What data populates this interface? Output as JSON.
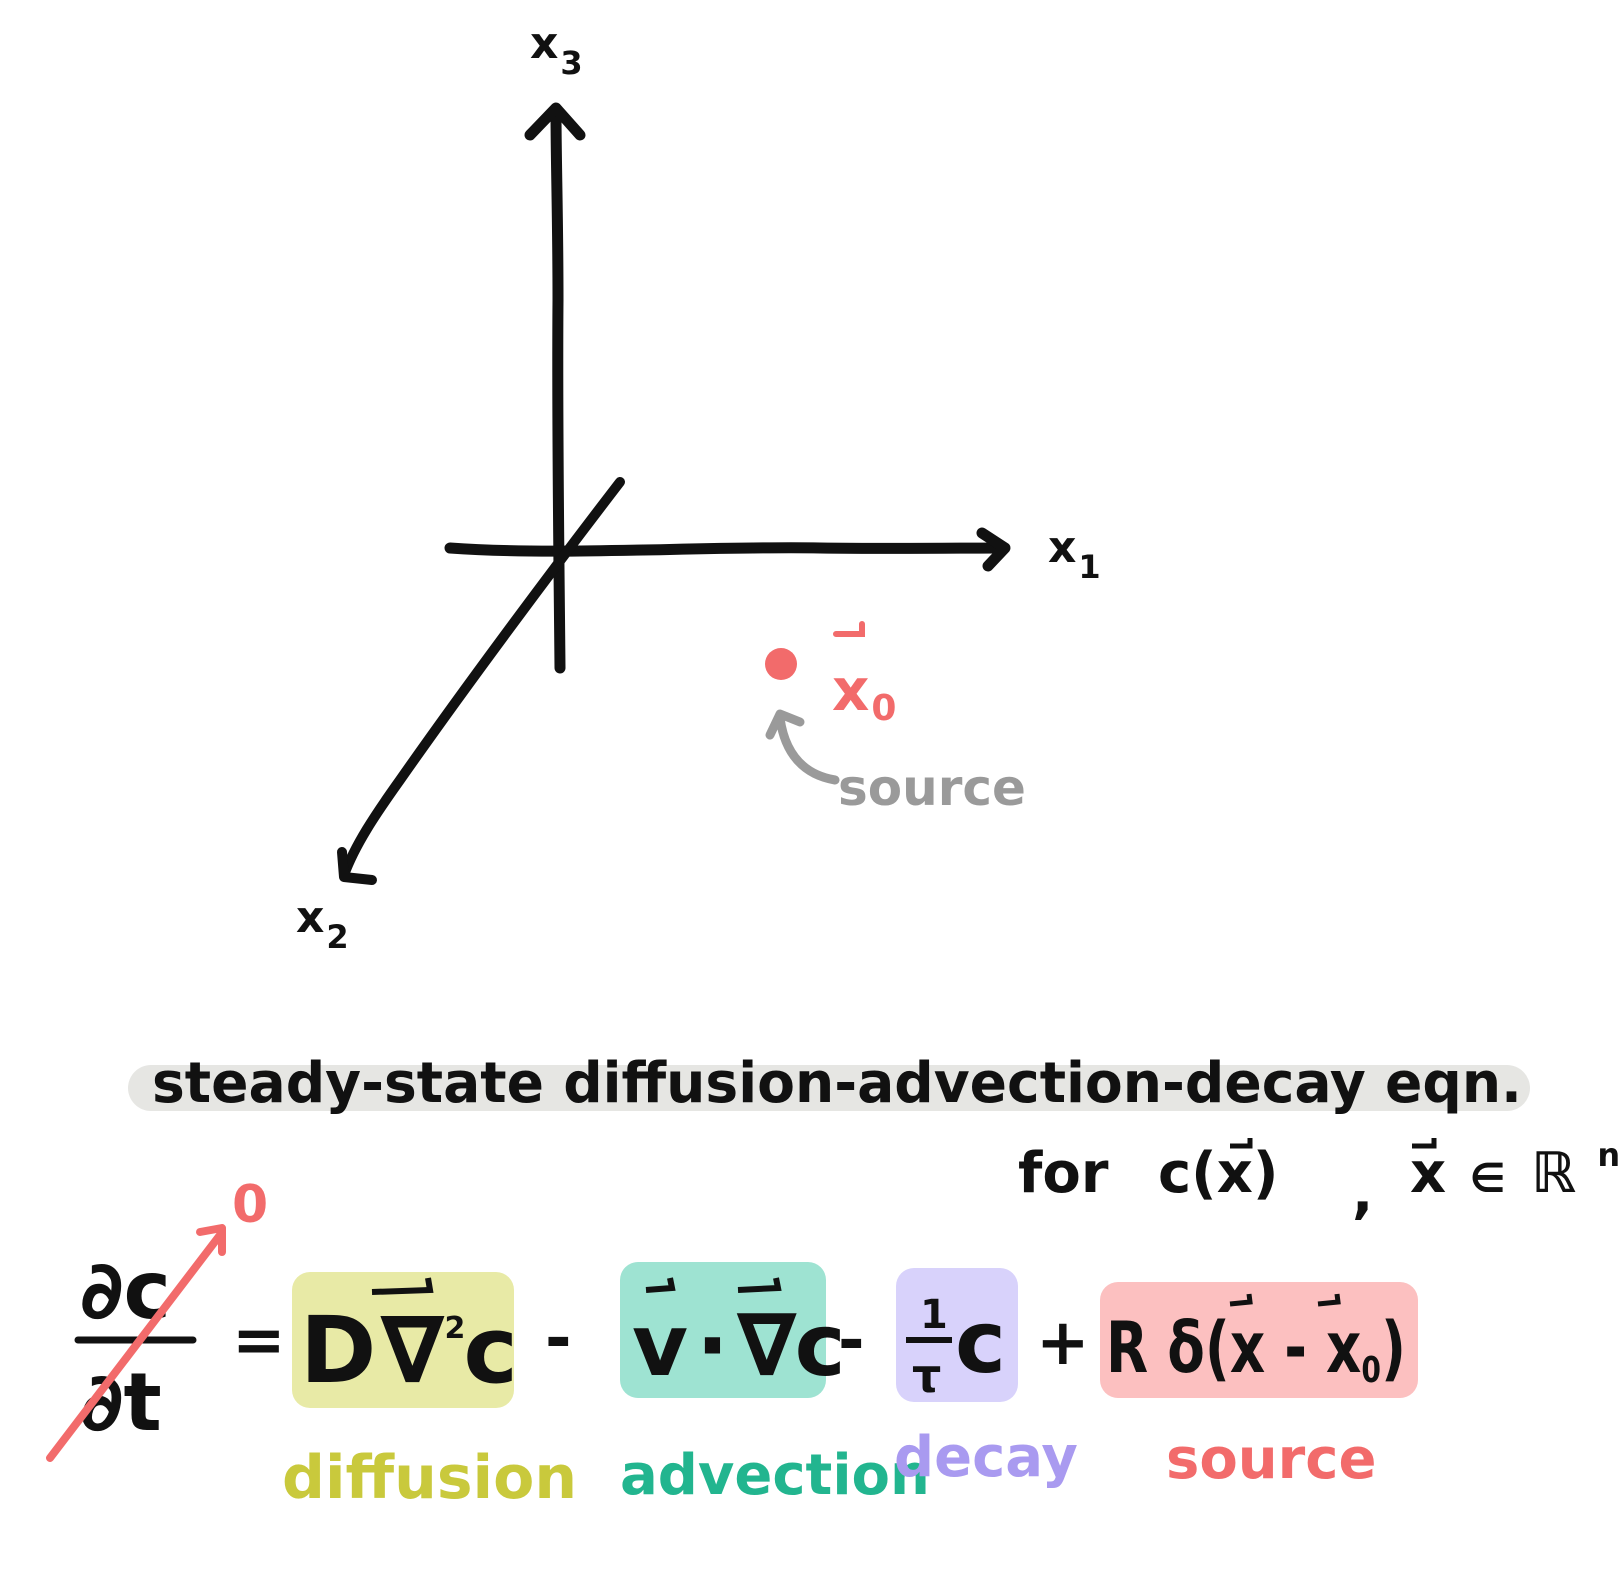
{
  "axes": {
    "x1": {
      "base": "x",
      "sub": "1"
    },
    "x2": {
      "base": "x",
      "sub": "2"
    },
    "x3": {
      "base": "x",
      "sub": "3"
    }
  },
  "source_point": {
    "label_base": "x",
    "label_sub": "0",
    "note": "source"
  },
  "title": {
    "line1": "steady-state diffusion-advection-decay eqn.",
    "line2_for": "for",
    "line2_func": "c(x)",
    "line2_comma": ",",
    "line2_domain_x": "x",
    "line2_domain_in": "∈",
    "line2_domain_R": "ℝ",
    "line2_domain_n": "n"
  },
  "equation": {
    "lhs_num": "∂c",
    "lhs_den": "∂t",
    "lhs_zero": "0",
    "equals": "=",
    "diffusion_term": {
      "D": "D",
      "nabla": "∇",
      "sup": "2",
      "c": "c"
    },
    "minus1": "-",
    "advection_term": {
      "v": "v",
      "dot": "·",
      "nabla": "∇",
      "c": "c"
    },
    "minus2": "-",
    "decay_term": {
      "num": "1",
      "den": "τ",
      "c": "c"
    },
    "plus": "+",
    "source_term": {
      "text": "R δ(x - x",
      "sub": "0",
      "close": ")"
    }
  },
  "labels": {
    "diffusion": "diffusion",
    "advection": "advection",
    "decay": "decay",
    "source": "source"
  },
  "colors": {
    "ink": "#111111",
    "red": "#f26b6b",
    "gray": "#9a9a9a",
    "title_highlight": "#e6e6e3",
    "diffusion_bg": "#e8eaa6",
    "diffusion_text": "#c9c93c",
    "advection_bg": "#9ee3d2",
    "advection_text": "#22b58f",
    "decay_bg": "#d8d2fb",
    "decay_text": "#a99af0",
    "source_bg": "#fcc0c0",
    "source_text": "#f26b6b"
  }
}
